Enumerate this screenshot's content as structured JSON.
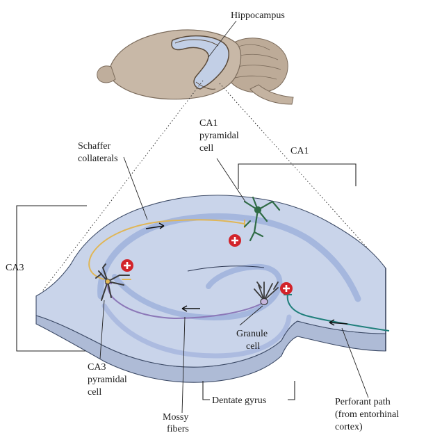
{
  "labels": {
    "hippocampus": "Hippocampus",
    "ca1_cell": [
      "CA1",
      "pyramidal",
      "cell"
    ],
    "schaffer": [
      "Schaffer",
      "collaterals"
    ],
    "ca1_region": "CA1",
    "ca3_region": "CA3",
    "granule": [
      "Granule",
      "cell"
    ],
    "ca3_cell": [
      "CA3",
      "pyramidal",
      "cell"
    ],
    "mossy": [
      "Mossy",
      "fibers"
    ],
    "dentate": "Dentate gyrus",
    "perforant": [
      "Perforant path",
      "(from entorhinal",
      "cortex)"
    ]
  },
  "colors": {
    "tissue_top": "#c9d4ea",
    "tissue_side": "#aebbd6",
    "cell_layer": "#9fb1dc",
    "schaffer_axon": "#e0b656",
    "mossy_axon": "#8c78b8",
    "perforant_axon": "#1f7f7b",
    "ca1_cell": "#2f6b45",
    "synapse_plus": "#d2232a",
    "brain": "#c8b8a7",
    "hippocampus_in_brain": "#c2cfe6"
  },
  "icons": [
    "excitatory-synapse-plus-icon"
  ]
}
